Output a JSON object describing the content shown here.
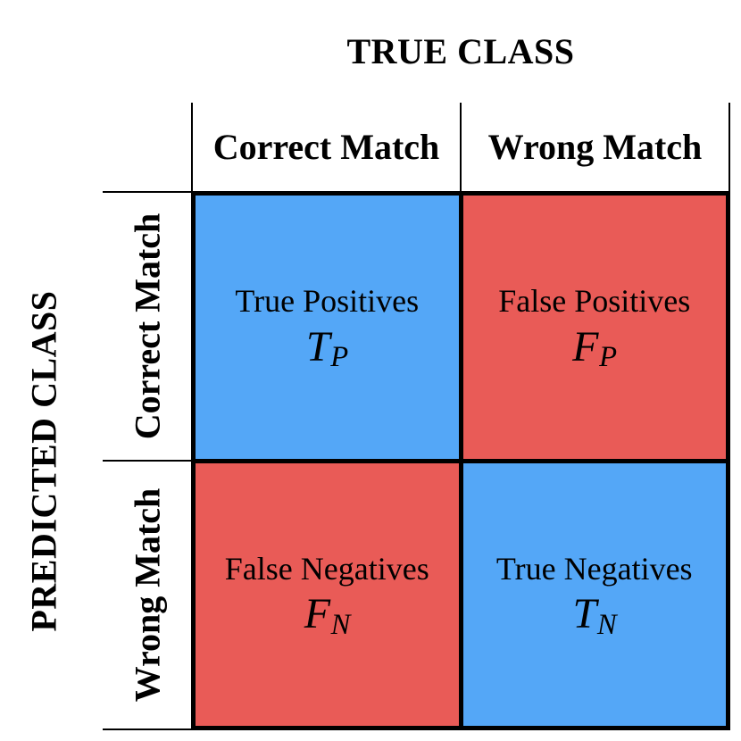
{
  "figure": {
    "top_axis_title": "TRUE CLASS",
    "left_axis_title": "PREDICTED CLASS"
  },
  "columns": [
    {
      "label": "Correct Match"
    },
    {
      "label": "Wrong Match"
    }
  ],
  "rows": [
    {
      "label": "Correct Match"
    },
    {
      "label": "Wrong Match"
    }
  ],
  "cells": [
    {
      "label": "True Positives",
      "symbol": {
        "base": "T",
        "sub": "P"
      },
      "bg": "#54A7F7"
    },
    {
      "label": "False Positives",
      "symbol": {
        "base": "F",
        "sub": "P"
      },
      "bg": "#E95B57"
    },
    {
      "label": "False Negatives",
      "symbol": {
        "base": "F",
        "sub": "N"
      },
      "bg": "#E95B57"
    },
    {
      "label": "True Negatives",
      "symbol": {
        "base": "T",
        "sub": "N"
      },
      "bg": "#54A7F7"
    }
  ],
  "colors": {
    "cell_blue": "#54A7F7",
    "cell_red": "#E95B57",
    "line": "#000000",
    "text": "#000000",
    "background": "#FFFFFF"
  }
}
